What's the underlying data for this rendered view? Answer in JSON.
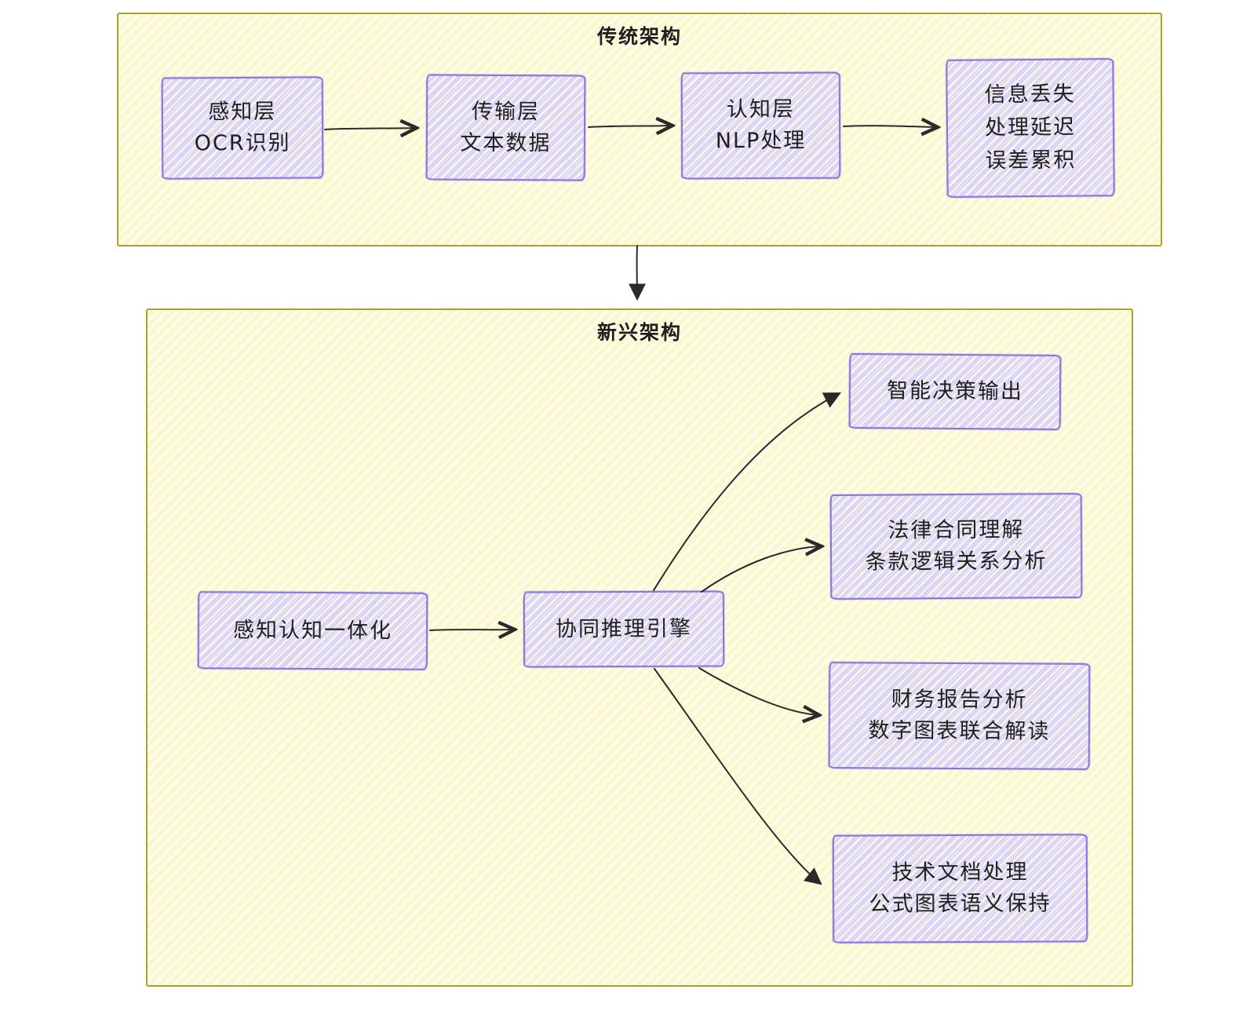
{
  "colors": {
    "frame_border": "#a9a22e",
    "frame_fill": "#fbf8cd",
    "node_border": "#8b74e2",
    "node_fill": "#dcd5f4",
    "arrow": "#2a2a2a",
    "text": "#1f1f1f"
  },
  "traditional": {
    "title": "传统架构",
    "nodes": [
      {
        "id": "perception",
        "lines": [
          "感知层",
          "OCR识别"
        ]
      },
      {
        "id": "transport",
        "lines": [
          "传输层",
          "文本数据"
        ]
      },
      {
        "id": "cognition",
        "lines": [
          "认知层",
          "NLP处理"
        ]
      },
      {
        "id": "issues",
        "lines": [
          "信息丢失",
          "处理延迟",
          "误差累积"
        ]
      }
    ]
  },
  "emerging": {
    "title": "新兴架构",
    "nodes": [
      {
        "id": "unified",
        "lines": [
          "感知认知一体化"
        ]
      },
      {
        "id": "engine",
        "lines": [
          "协同推理引擎"
        ]
      },
      {
        "id": "decision",
        "lines": [
          "智能决策输出"
        ]
      },
      {
        "id": "legal",
        "lines": [
          "法律合同理解",
          "条款逻辑关系分析"
        ]
      },
      {
        "id": "finance",
        "lines": [
          "财务报告分析",
          "数字图表联合解读"
        ]
      },
      {
        "id": "tech",
        "lines": [
          "技术文档处理",
          "公式图表语义保持"
        ]
      }
    ]
  },
  "connections": [
    {
      "from": "perception",
      "to": "transport"
    },
    {
      "from": "transport",
      "to": "cognition"
    },
    {
      "from": "cognition",
      "to": "issues"
    },
    {
      "from": "traditional",
      "to": "emerging"
    },
    {
      "from": "unified",
      "to": "engine"
    },
    {
      "from": "engine",
      "to": "decision"
    },
    {
      "from": "engine",
      "to": "legal"
    },
    {
      "from": "engine",
      "to": "finance"
    },
    {
      "from": "engine",
      "to": "tech"
    }
  ]
}
